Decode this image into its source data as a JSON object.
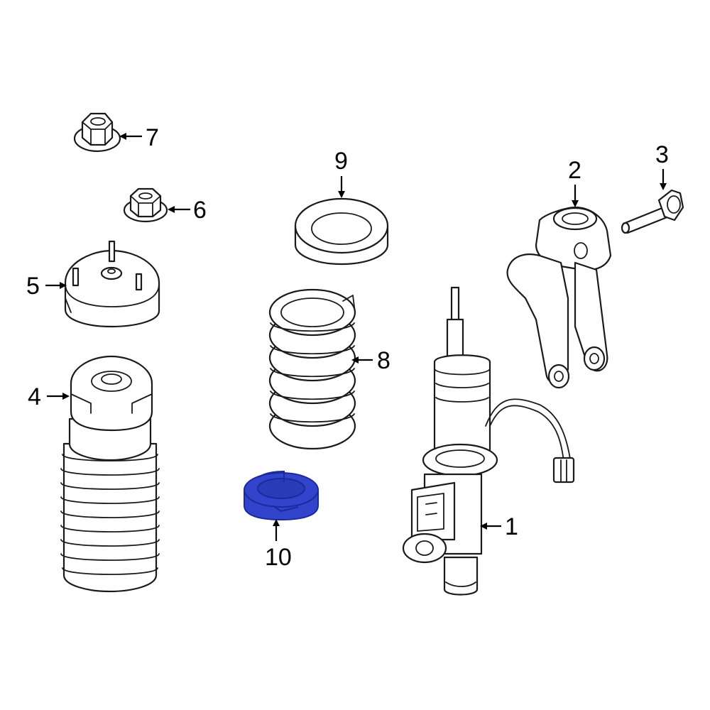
{
  "labels": {
    "p1": "1",
    "p2": "2",
    "p3": "3",
    "p4": "4",
    "p5": "5",
    "p6": "6",
    "p7": "7",
    "p8": "8",
    "p9": "9",
    "p10": "10"
  },
  "colors": {
    "highlight": "#3344cc",
    "highlight_dark": "#1b2a9a",
    "line": "#1a1a1a",
    "background": "#ffffff"
  }
}
